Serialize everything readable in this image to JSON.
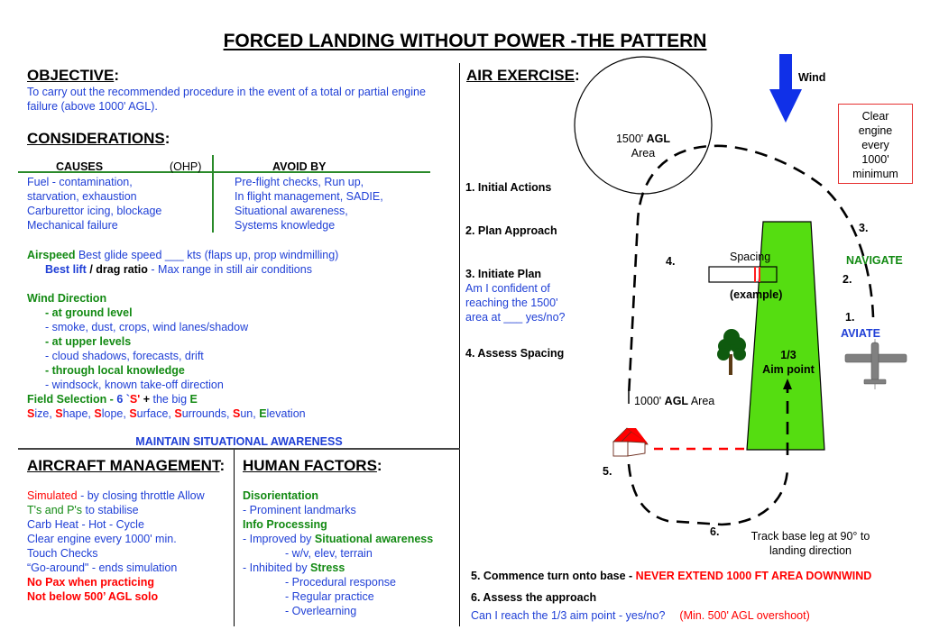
{
  "title": "FORCED LANDING WITHOUT POWER -THE PATTERN",
  "objective": {
    "heading": "OBJECTIVE",
    "lines": [
      "To carry out the recommended procedure in the event of a total or partial engine",
      "failure (above 1000' AGL)."
    ]
  },
  "considerations": {
    "heading": "CONSIDERATIONS",
    "causes_header": "CAUSES",
    "ohp": "(OHP)",
    "avoid_header": "AVOID BY",
    "causes": [
      "Fuel - contamination,",
      "starvation, exhaustion",
      "Carburettor icing, blockage",
      "Mechanical failure"
    ],
    "avoid": [
      "Pre-flight checks, Run up,",
      "In flight management, SADIE,",
      "Situational awareness,",
      "Systems knowledge"
    ]
  },
  "airspeed": {
    "label": "Airspeed",
    "text": " Best glide speed ___ kts (flaps up, prop windmilling)",
    "ld_label_a": "Best lift",
    "ld_slash": " / ",
    "ld_label_b": "drag ratio",
    "ld_text": " - Max range in still air conditions"
  },
  "wind": {
    "heading": "Wind Direction",
    "items": [
      {
        "text": "- at ground level",
        "style": "green-bold"
      },
      {
        "text": "- smoke, dust, crops, wind lanes/shadow",
        "style": "blue"
      },
      {
        "text": "- at upper levels",
        "style": "green-bold"
      },
      {
        "text": "- cloud shadows, forecasts, drift",
        "style": "blue"
      },
      {
        "text": "- through local knowledge",
        "style": "green-bold"
      },
      {
        "text": "- windsock, known take-off direction",
        "style": "blue"
      }
    ]
  },
  "field_selection": {
    "label": "Field Selection - ",
    "six": "6 `",
    "s": "S'",
    "plus": " + ",
    "rest": "the big ",
    "e": "E",
    "factors": [
      {
        "first": "S",
        "rest": "ize, "
      },
      {
        "first": "S",
        "rest": "hape, "
      },
      {
        "first": "S",
        "rest": "lope, "
      },
      {
        "first": "S",
        "rest": "urface, "
      },
      {
        "first": "S",
        "rest": "urrounds, "
      },
      {
        "first": "S",
        "rest": "un, "
      },
      {
        "first": "E",
        "rest": "levation"
      }
    ]
  },
  "maintain": "MAINTAIN SITUATIONAL AWARENESS",
  "aircraft_management": {
    "heading": "AIRCRAFT MANAGEMENT",
    "sim_red": "Simulated",
    "sim_rest": " - by closing throttle Allow",
    "tps": "T's and P's",
    "tps_rest": " to stabilise",
    "lines": [
      "Carb Heat - Hot - Cycle",
      "Clear engine every 1000' min.",
      "Touch Checks",
      "“Go-around\" - ends simulation"
    ],
    "red_lines": [
      "No Pax when practicing",
      "Not below 500’ AGL solo"
    ]
  },
  "human_factors": {
    "heading": "HUMAN FACTORS",
    "disorientation": "Disorientation",
    "landmarks": "- Prominent landmarks",
    "info": "Info Processing",
    "improved": "- Improved by ",
    "situational": "Situational awareness",
    "wv": "- w/v, elev, terrain",
    "inhibited": "- Inhibited by ",
    "stress": "Stress",
    "sub": [
      "- Procedural response",
      "- Regular practice",
      "- Overlearning"
    ]
  },
  "air_exercise": {
    "heading": "AIR EXERCISE",
    "steps": {
      "s1": "1. Initial Actions",
      "s2": "2. Plan Approach",
      "s3": "3. Initiate Plan",
      "s3_q": [
        "Am I confident of",
        "reaching the 1500'",
        "area at ___ yes/no?"
      ],
      "s4": "4. Assess Spacing",
      "s5": "5. Commence turn onto base - ",
      "s5_warn": "NEVER EXTEND 1000 FT AREA DOWNWIND",
      "s6": "6.  Assess the approach",
      "s6_q": "Can I reach the 1/3 aim point - yes/no?",
      "s6_note": "(Min. 500' AGL overshoot)"
    }
  },
  "diagram": {
    "wind_label": "Wind",
    "area1500_a": "1500' ",
    "area1500_b": "AGL",
    "area1500_c": "Area",
    "area1000_a": "1000' ",
    "area1000_b": "AGL",
    "area1000_c": " Area",
    "clear_engine": [
      "Clear",
      "engine",
      "every",
      "1000'",
      "minimum"
    ],
    "spacing": "Spacing",
    "example": "(example)",
    "aim_a": "1/3",
    "aim_b": "Aim point",
    "navigate": "NAVIGATE",
    "aviate": "AVIATE",
    "markers": {
      "m1": "1.",
      "m2": "2.",
      "m3": "3.",
      "m4": "4.",
      "m5": "5.",
      "m6": "6."
    },
    "track_base": [
      "Track base leg at 90° to",
      "landing direction"
    ],
    "colors": {
      "field": "#55dd11",
      "wind_arrow": "#1030e8",
      "warning": "#ff0000",
      "aviate": "#1f3fd6",
      "navigate": "#138a13"
    }
  }
}
